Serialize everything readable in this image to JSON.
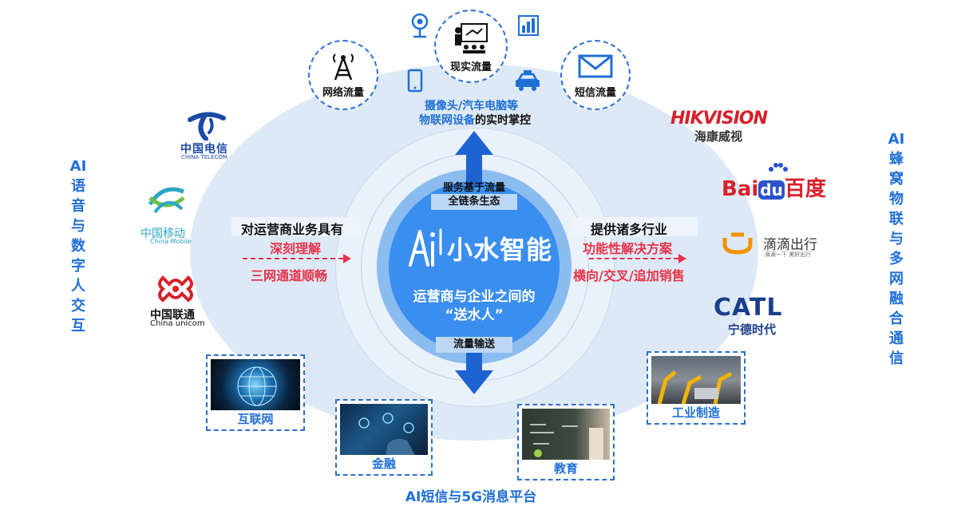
{
  "left_vertical": "AI语音与数字人交互",
  "right_vertical": "AI蜂窝物联与多网融合通信",
  "bottom_caption": "AI短信与5G消息平台",
  "top_nodes": {
    "network": "网络流量",
    "reality": "现实流量",
    "sms": "短信流量"
  },
  "iot_text": {
    "line1_blue": "摄像头/汽车电脑等",
    "line2_blue": "物联网设备",
    "line2_black": "的实时掌控"
  },
  "center": {
    "top_label": "服务基于流量",
    "top_sub": "全链条生态",
    "brand": "小水智能",
    "desc_line1": "运营商与企业之间的",
    "desc_line2": "“送水人”",
    "bottom_label": "流量输送"
  },
  "left_panel": {
    "title": "对运营商业务具有",
    "red1": "深刻理解",
    "red2": "三网通道顺畅"
  },
  "right_panel": {
    "title": "提供诸多行业",
    "red1": "功能性解决方案",
    "red2": "横向/交叉/追加销售"
  },
  "operators": {
    "telecom_cn": "中国电信",
    "telecom_en": "CHINA TELECOM",
    "mobile_cn": "中国移动",
    "mobile_en": "China Mobile",
    "unicom_cn": "中国联通",
    "unicom_en": "China unicom"
  },
  "partners": {
    "hik_en": "HIKVISION",
    "hik_cn": "海康威视",
    "baidu_a": "Bai",
    "baidu_b": "du",
    "baidu_cn": "百度",
    "didi_cn": "滴滴出行",
    "didi_sub": "滴滴一下 美好出行",
    "catl_en": "CATL",
    "catl_cn": "宁德时代"
  },
  "industries": {
    "internet": "互联网",
    "finance": "金融",
    "education": "教育",
    "manufacturing": "工业制造"
  },
  "colors": {
    "primary": "#1f6fd6",
    "accent_red": "#e8324a",
    "halo": "#dbe9f7",
    "center": "#3a8ef0"
  }
}
